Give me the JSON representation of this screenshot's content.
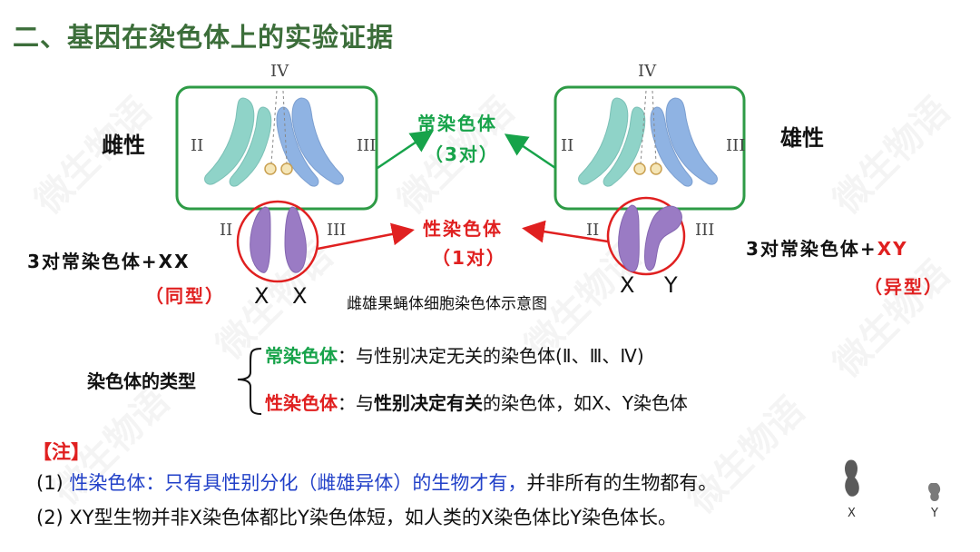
{
  "title": "二、基因在染色体上的实验证据",
  "diagram": {
    "female_label": "雌性",
    "male_label": "雄性",
    "roman_labels": {
      "ii": "II",
      "iii": "III",
      "iv": "IV"
    },
    "autosome": {
      "name": "常染色体",
      "count": "（3对）"
    },
    "sex_chrom": {
      "name": "性染色体",
      "count": "（1对）"
    },
    "female_formula": "3对常染色体+XX",
    "female_type": "（同型）",
    "male_formula_prefix": "3对常染色体+",
    "male_formula_xy": "XY",
    "male_type": "（异型）",
    "female_x1": "X",
    "female_x2": "X",
    "male_x": "X",
    "male_y": "Y",
    "caption": "雌雄果蝇体细胞染色体示意图",
    "small_x": "X",
    "small_y": "Y"
  },
  "types": {
    "heading": "染色体的类型",
    "autosome_term": "常染色体",
    "autosome_desc": "：与性别决定无关的染色体(Ⅱ、Ⅲ、Ⅳ)",
    "sex_term": "性染色体",
    "sex_desc_1": "：与",
    "sex_desc_bold": "性别决定有关",
    "sex_desc_2": "的染色体，如X、Y染色体"
  },
  "notes": {
    "heading": "【注】",
    "n1_index": "(1) ",
    "n1_blue": "性染色体：只有具性别分化（雌雄异体）的生物才有，",
    "n1_rest": "并非所有的生物都有。",
    "n2": "(2) XY型生物并非X染色体都比Y染色体短，如人类的X染色体比Y染色体长。"
  },
  "watermark": "微生物语",
  "colors": {
    "title_green": "#3c6e3a",
    "label_green": "#17a34a",
    "label_red": "#e02020",
    "note_blue": "#2140c8",
    "chrom_teal": "#8fd3c8",
    "chrom_blue": "#8fb3e3",
    "chrom_purple": "#9a7bc4"
  }
}
